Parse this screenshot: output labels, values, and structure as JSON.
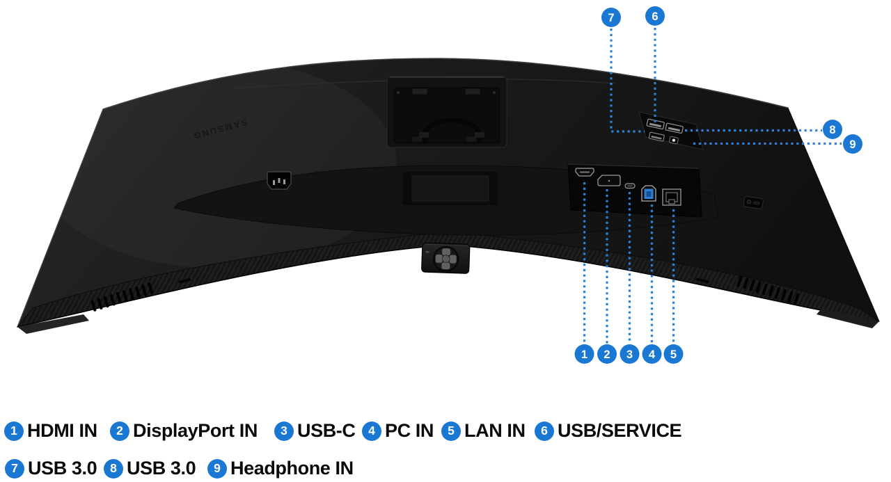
{
  "brand": "SAMSUNG",
  "callouts": [
    {
      "number": "1",
      "label": "HDMI IN"
    },
    {
      "number": "2",
      "label": "DisplayPort IN"
    },
    {
      "number": "3",
      "label": "USB-C"
    },
    {
      "number": "4",
      "label": "PC IN"
    },
    {
      "number": "5",
      "label": "LAN IN"
    },
    {
      "number": "6",
      "label": "USB/SERVICE"
    },
    {
      "number": "7",
      "label": "USB 3.0"
    },
    {
      "number": "8",
      "label": "USB 3.0"
    },
    {
      "number": "9",
      "label": "Headphone IN"
    }
  ],
  "colors": {
    "accent_blue": "#1a78d2",
    "leader_dot_blue": "#2e80d6",
    "usb3_port_blue": "#2f7fd0",
    "body_black": "#1a1a1a",
    "background": "#ffffff",
    "legend_text": "#0a0a0a"
  }
}
